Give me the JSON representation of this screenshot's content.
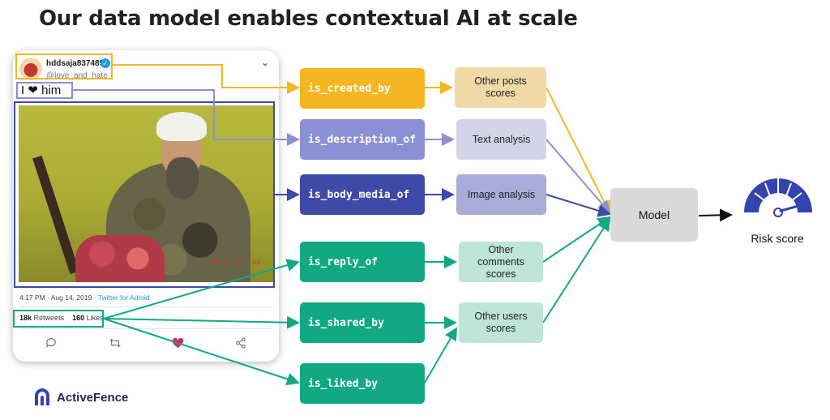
{
  "title": "Our data model enables contextual AI at scale",
  "tweet": {
    "username": "hddsaja8374892",
    "handle": "@love_and_hate",
    "text": "I ❤ him",
    "photo_stamp": "8 ** '12 '03",
    "meta_time": "4:17 PM · Aug 14, 2019 ·",
    "meta_source": "Twitter for Adroid",
    "retweets_count": "18k",
    "retweets_label": "Retweets",
    "likes_count": "160",
    "likes_label": "Likes"
  },
  "relations": [
    {
      "label": "is_created_by",
      "color": "#f6b623"
    },
    {
      "label": "is_description_of",
      "color": "#8b8fd3"
    },
    {
      "label": "is_body_media_of",
      "color": "#3f4aa8"
    },
    {
      "label": "is_reply_of",
      "color": "#13a884"
    },
    {
      "label": "is_shared_by",
      "color": "#13a884"
    },
    {
      "label": "is_liked_by",
      "color": "#13a884"
    }
  ],
  "results": [
    {
      "label": "Other posts scores",
      "color": "#f0d9a7"
    },
    {
      "label": "Text analysis",
      "color": "#d3d3ea"
    },
    {
      "label": "Image analysis",
      "color": "#a9acd9"
    },
    {
      "label": "Other comments scores",
      "color": "#bfe4d8"
    },
    {
      "label": "Other users scores",
      "color": "#bfe4d8"
    }
  ],
  "model_label": "Model",
  "risk_label": "Risk score",
  "brand": {
    "name": "ActiveFence",
    "color": "#3443b0"
  },
  "icons": [
    "verified-badge-icon",
    "chevron-down-icon",
    "reply-icon",
    "retweet-icon",
    "heart-icon",
    "share-icon",
    "gauge-icon",
    "activefence-logo-icon"
  ]
}
